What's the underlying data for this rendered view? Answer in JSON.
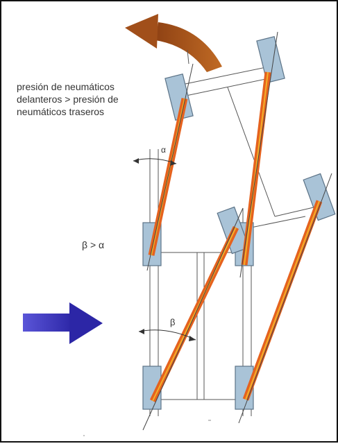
{
  "caption": {
    "line1": "presión de neumáticos",
    "line2": "delanteros > presión de",
    "line3": "neumáticos traseros"
  },
  "labels": {
    "alpha": "α",
    "beta": "β",
    "comparison": "β > α"
  },
  "colors": {
    "background": "#ffffff",
    "frame_border": "#111111",
    "tire_fill": "#a9c3d7",
    "tire_stroke": "#5c7387",
    "axle_orange": "#e5621e",
    "axle_yellow": "#f2b12a",
    "rotation_arrow": "#b25a1c",
    "rotation_arrow_dark": "#8f4214",
    "push_arrow": "#3b34c4",
    "push_arrow_dark": "#24208f",
    "thin_line": "#555555",
    "text": "#333333"
  },
  "icons": {
    "rotation": "curved-arrow-icon",
    "push": "right-arrow-icon"
  }
}
